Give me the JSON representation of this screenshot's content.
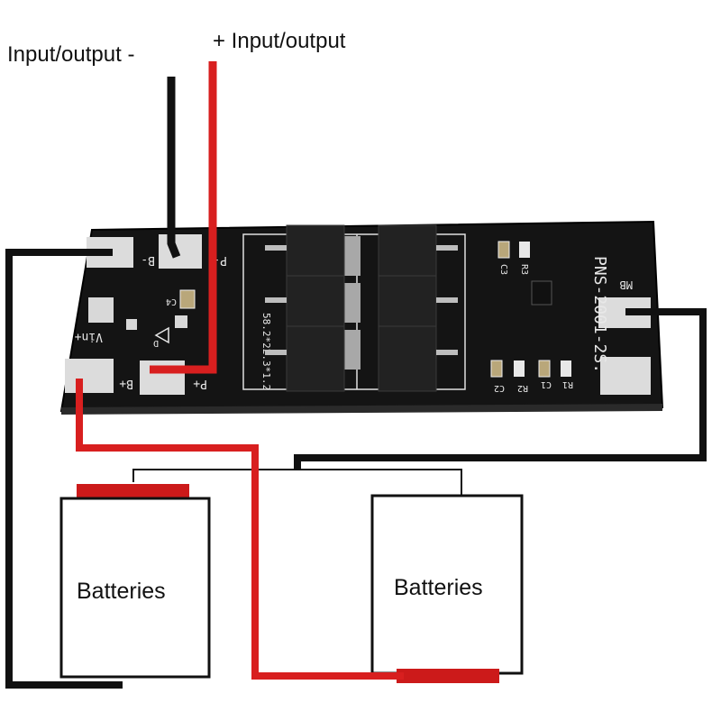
{
  "labels": {
    "input_output_minus": "Input/output -",
    "input_output_plus": "+ Input/output",
    "battery_left": "Batteries",
    "battery_right": "Batteries"
  },
  "pcb": {
    "model": "PNS-2001-2S.",
    "size": "58.2*22.3*1.2",
    "pads": {
      "b_minus": "B-",
      "p_minus": "P-",
      "vin_plus": "Vin+",
      "b_plus": "B+",
      "p_plus": "P+",
      "mb": "MB"
    },
    "components": {
      "c4": "C4",
      "d": "D",
      "c3": "C3",
      "r3": "R3",
      "c2": "C2",
      "r2": "R2",
      "c1": "C1",
      "r1": "R1"
    }
  },
  "colors": {
    "wire_black": "#111111",
    "wire_red": "#d81f1f",
    "pcb_body": "#141414",
    "pad_silver": "#dcdcdc",
    "battery_cap": "#cc1a1a"
  }
}
